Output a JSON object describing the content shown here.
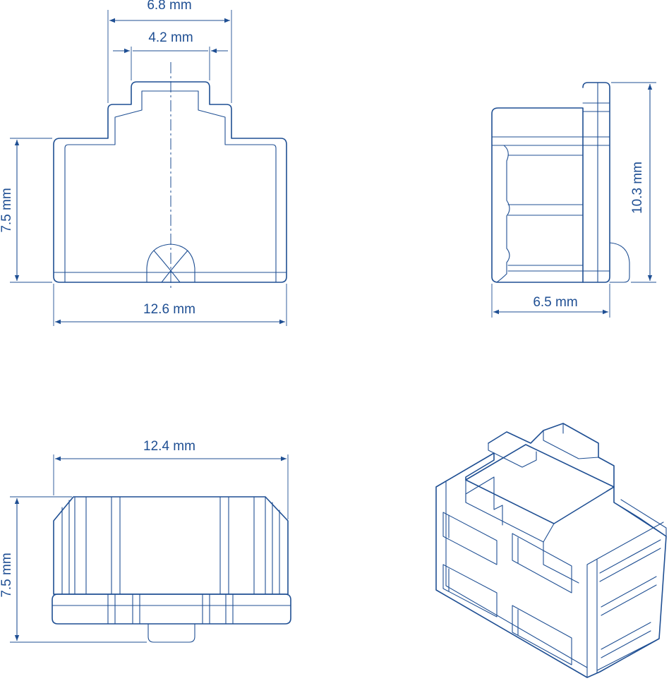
{
  "colors": {
    "line": "#1f4f93",
    "background": "#ffffff"
  },
  "front_view": {
    "top_outer_width": "6.8 mm",
    "top_inner_width": "4.2 mm",
    "height": "7.5 mm",
    "width": "12.6 mm"
  },
  "side_view": {
    "height": "10.3 mm",
    "depth": "6.5 mm"
  },
  "bottom_view": {
    "width": "12.4 mm",
    "height": "7.5 mm"
  }
}
